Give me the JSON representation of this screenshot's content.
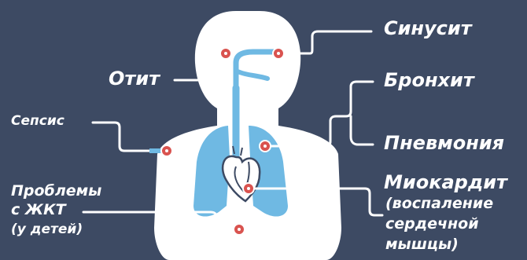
{
  "labels": {
    "sinusitis": "Синусит",
    "otitis": "Отит",
    "bronchitis": "Бронхит",
    "sepsis": "Сепсис",
    "pneumonia": "Пневмония",
    "gi_line1": "Проблемы",
    "gi_line2": "с ЖКТ",
    "gi_line3": "(у детей)",
    "myo_line1": "Миокардит",
    "myo_line2": "(воспаление",
    "myo_line3": "сердечной",
    "myo_line4": "мышцы)"
  },
  "colors": {
    "background": "#3d4a63",
    "body": "#ffffff",
    "lungs": "#6fb9e3",
    "airway": "#6fb9e3",
    "marker": "#d9534f",
    "connector": "#ffffff"
  }
}
